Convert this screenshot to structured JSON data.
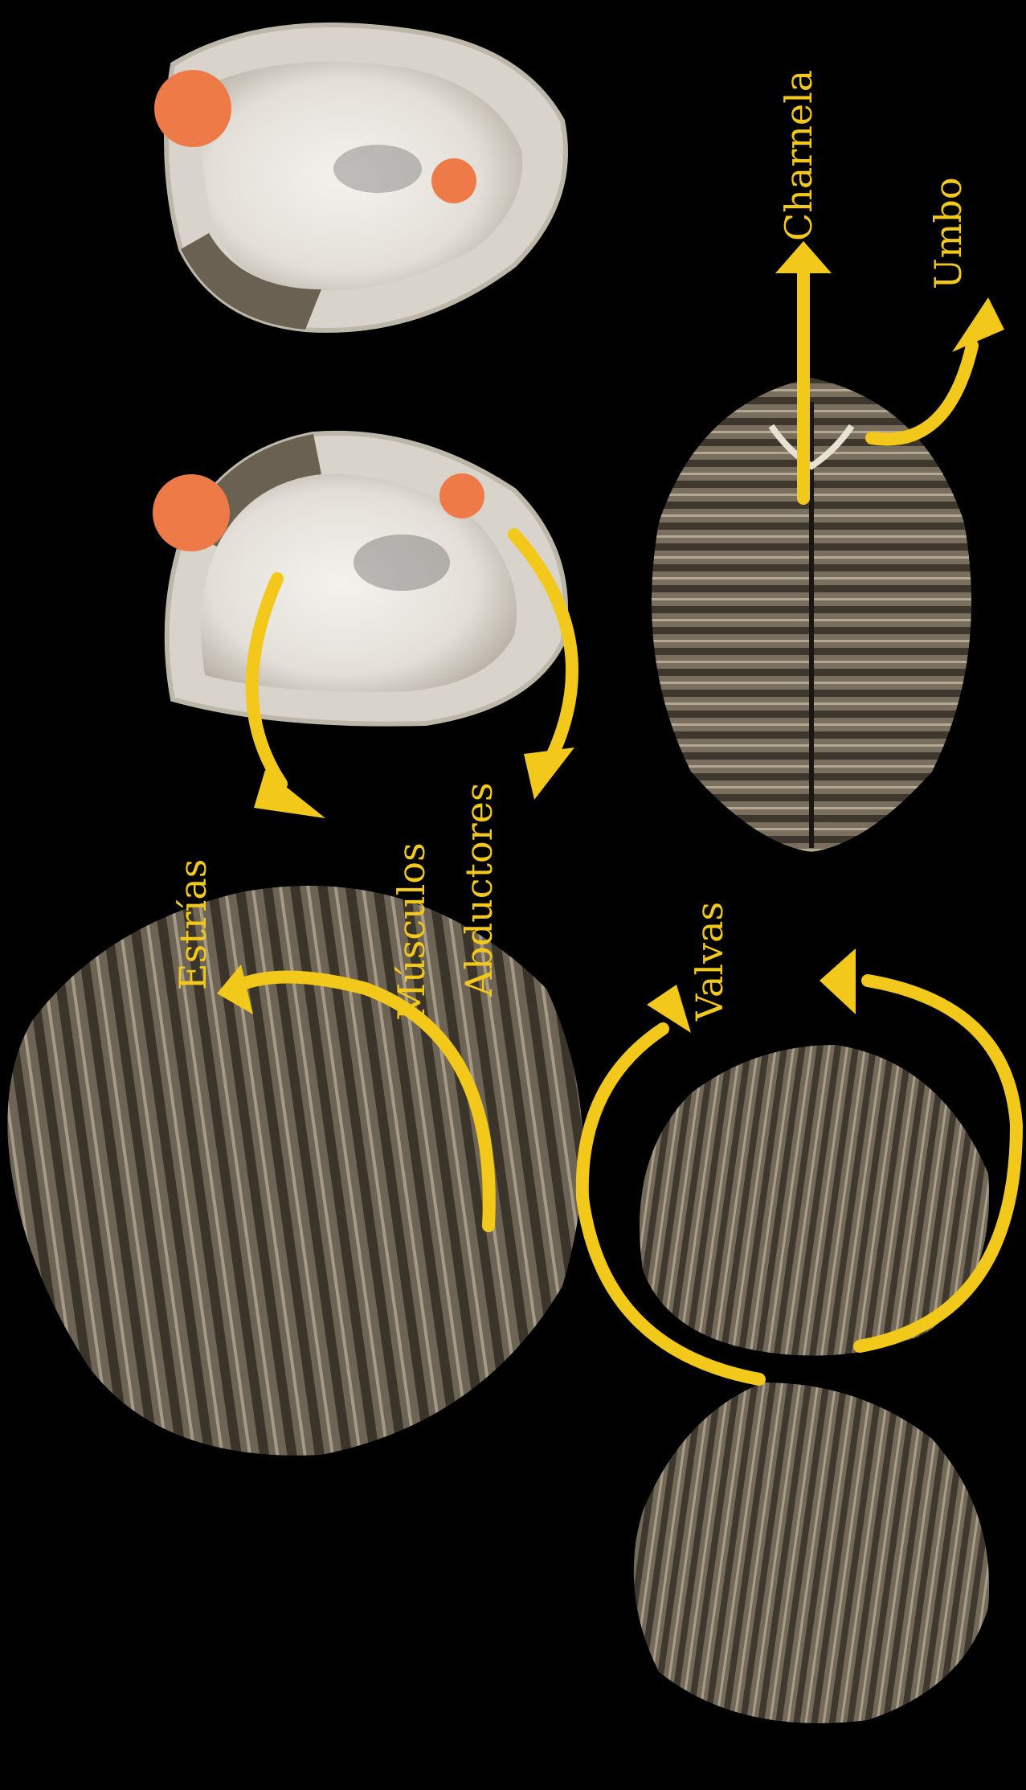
{
  "labels": {
    "estrias": "Estrías",
    "musculos": "Músculos",
    "abductores": "Abductores",
    "valvas": "Valvas",
    "charnela": "Charnela",
    "umbo": "Umbo"
  },
  "colors": {
    "background": "#000000",
    "arrow": "#F2C81A",
    "muscle_marker": "#EE7A48",
    "shell_inner": "#ECE9E3",
    "shell_outer": "#6E6455"
  }
}
